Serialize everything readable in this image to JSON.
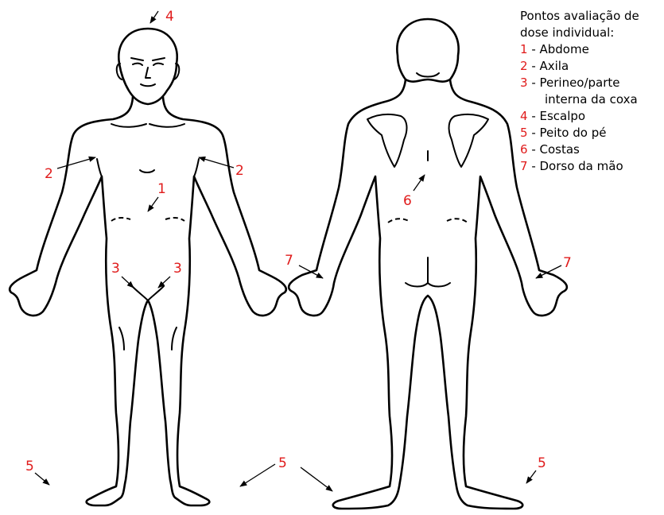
{
  "legend": {
    "title_line1": "Pontos avaliação de",
    "title_line2": "dose individual:",
    "separator": " - ",
    "items": [
      {
        "num": "1",
        "label": "Abdome"
      },
      {
        "num": "2",
        "label": "Axila"
      },
      {
        "num": "3",
        "label": "Perineo/parte",
        "label_cont": "interna da coxa"
      },
      {
        "num": "4",
        "label": "Escalpo"
      },
      {
        "num": "5",
        "label": "Peito do pé"
      },
      {
        "num": "6",
        "label": "Costas"
      },
      {
        "num": "7",
        "label": "Dorso da mão"
      }
    ]
  },
  "figure": {
    "front_view": {
      "markers": [
        {
          "num": "4",
          "site": "scalp"
        },
        {
          "num": "2",
          "site": "right-armpit"
        },
        {
          "num": "2",
          "site": "left-armpit"
        },
        {
          "num": "1",
          "site": "abdomen"
        },
        {
          "num": "3",
          "site": "right-inner-thigh"
        },
        {
          "num": "3",
          "site": "left-inner-thigh"
        },
        {
          "num": "5",
          "site": "right-instep"
        },
        {
          "num": "5",
          "site": "left-instep"
        }
      ]
    },
    "back_view": {
      "markers": [
        {
          "num": "6",
          "site": "back"
        },
        {
          "num": "7",
          "site": "right-hand"
        },
        {
          "num": "7",
          "site": "left-hand"
        },
        {
          "num": "5",
          "site": "right-instep"
        },
        {
          "num": "5",
          "site": "left-instep"
        }
      ]
    }
  },
  "colors": {
    "marker": "#e01b1b",
    "outline": "#000000",
    "background": "#ffffff"
  }
}
